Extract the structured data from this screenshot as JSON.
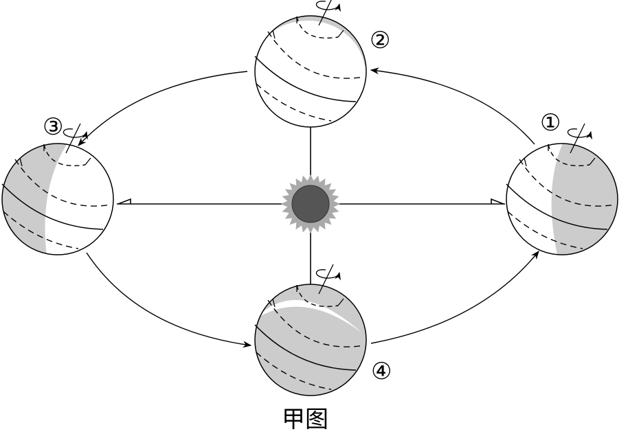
{
  "labels": {
    "p1": "①",
    "p2": "②",
    "p3": "③",
    "p4": "④"
  },
  "caption": "甲图",
  "colors": {
    "shade": "#cccccc",
    "sun": "#555555",
    "halo": "#aaaaaa",
    "line": "#000000"
  }
}
